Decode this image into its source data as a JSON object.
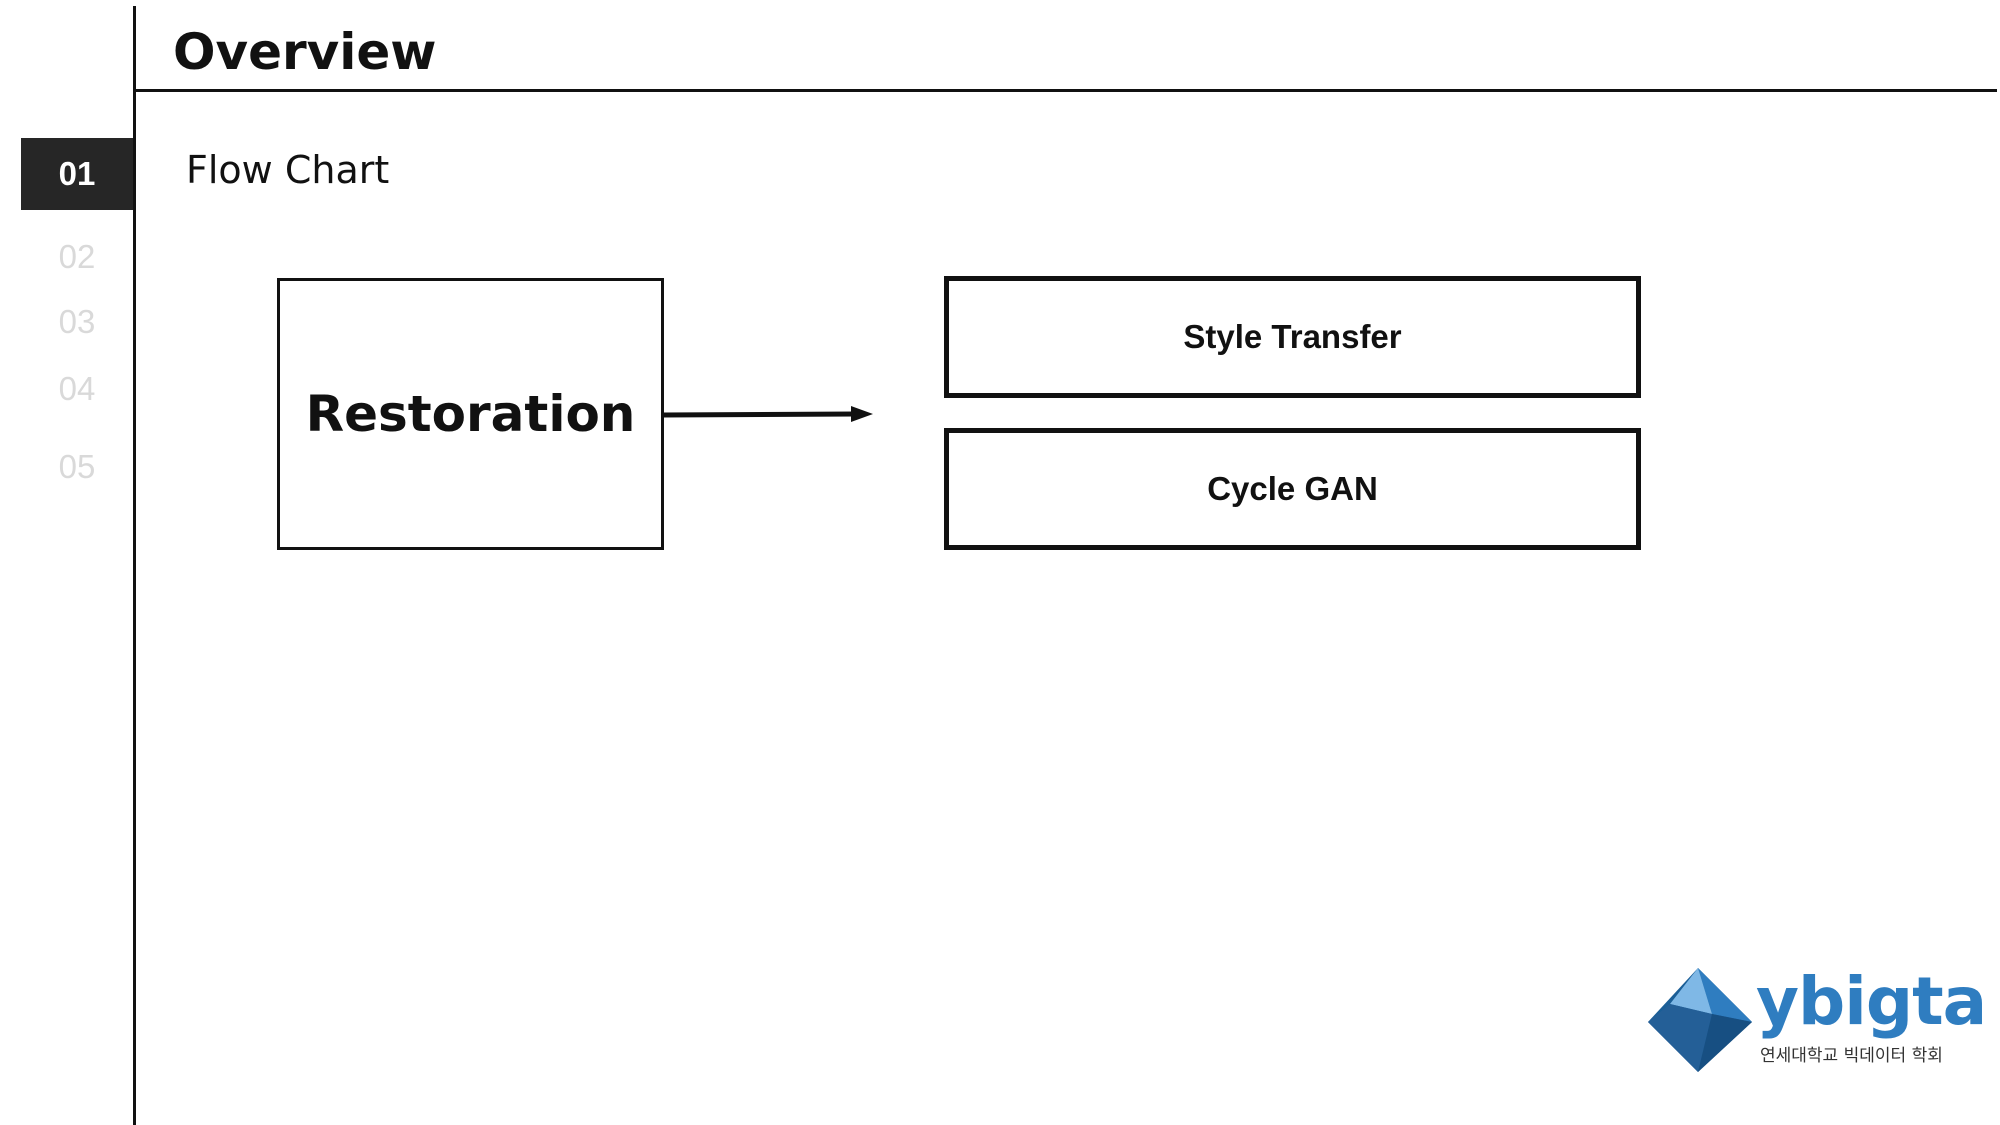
{
  "header": {
    "title": "Overview"
  },
  "section_nav": {
    "items": [
      {
        "label": "01",
        "active": true
      },
      {
        "label": "02",
        "active": false
      },
      {
        "label": "03",
        "active": false
      },
      {
        "label": "04",
        "active": false
      },
      {
        "label": "05",
        "active": false
      }
    ]
  },
  "content": {
    "subtitle": "Flow Chart",
    "diagram": {
      "source_box": "Restoration",
      "target_boxes": [
        "Style Transfer",
        "Cycle GAN"
      ]
    }
  },
  "logo": {
    "wordmark": "ybigta",
    "tagline": "연세대학교 빅데이터 학회",
    "colors": {
      "primary": "#2f7dc0",
      "dark": "#1b5e96",
      "light": "#7fb8e6"
    }
  },
  "colors": {
    "text": "#111111",
    "active_nav_bg": "#262626",
    "inactive_nav": "#d9d9d9"
  }
}
